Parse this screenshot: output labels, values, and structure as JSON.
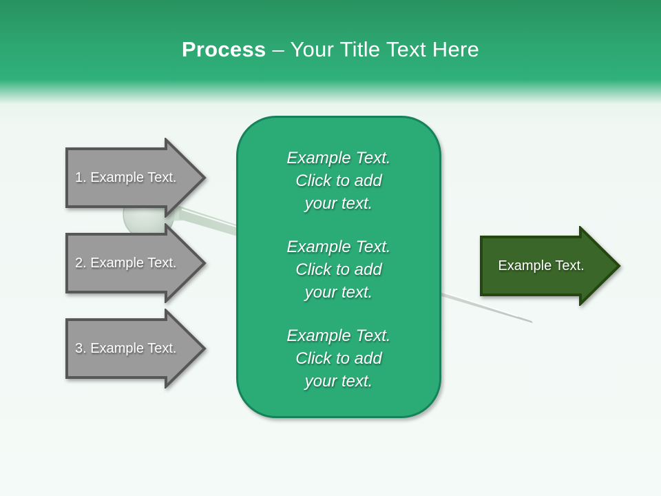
{
  "slide": {
    "title": {
      "bold": "Process",
      "rest": " – Your Title Text Here"
    }
  },
  "left_arrows": [
    {
      "label": "1. Example Text."
    },
    {
      "label": "2. Example Text."
    },
    {
      "label": "3. Example Text."
    }
  ],
  "panel": {
    "blocks": [
      "Example Text.\nClick  to add\nyour text.",
      "Example Text.\nClick  to add\nyour text.",
      "Example Text.\nClick  to add\nyour text."
    ]
  },
  "right_arrow": {
    "label": "Example Text."
  },
  "decorations": {
    "pin": "glass-pushpin-lying-diagonally"
  },
  "colors": {
    "header_green_top": "#28925F",
    "header_green": "#2FAE79",
    "page_bg": "#F1F8F4",
    "panel_fill": "#2BAB76",
    "panel_border": "#15825A",
    "gray_arrow_fill": "#9B9B9B",
    "gray_arrow_border": "#575757",
    "dark_green_arrow_fill": "#3A6629",
    "dark_green_arrow_border": "#24460F",
    "text_white": "#FFFFFF"
  }
}
